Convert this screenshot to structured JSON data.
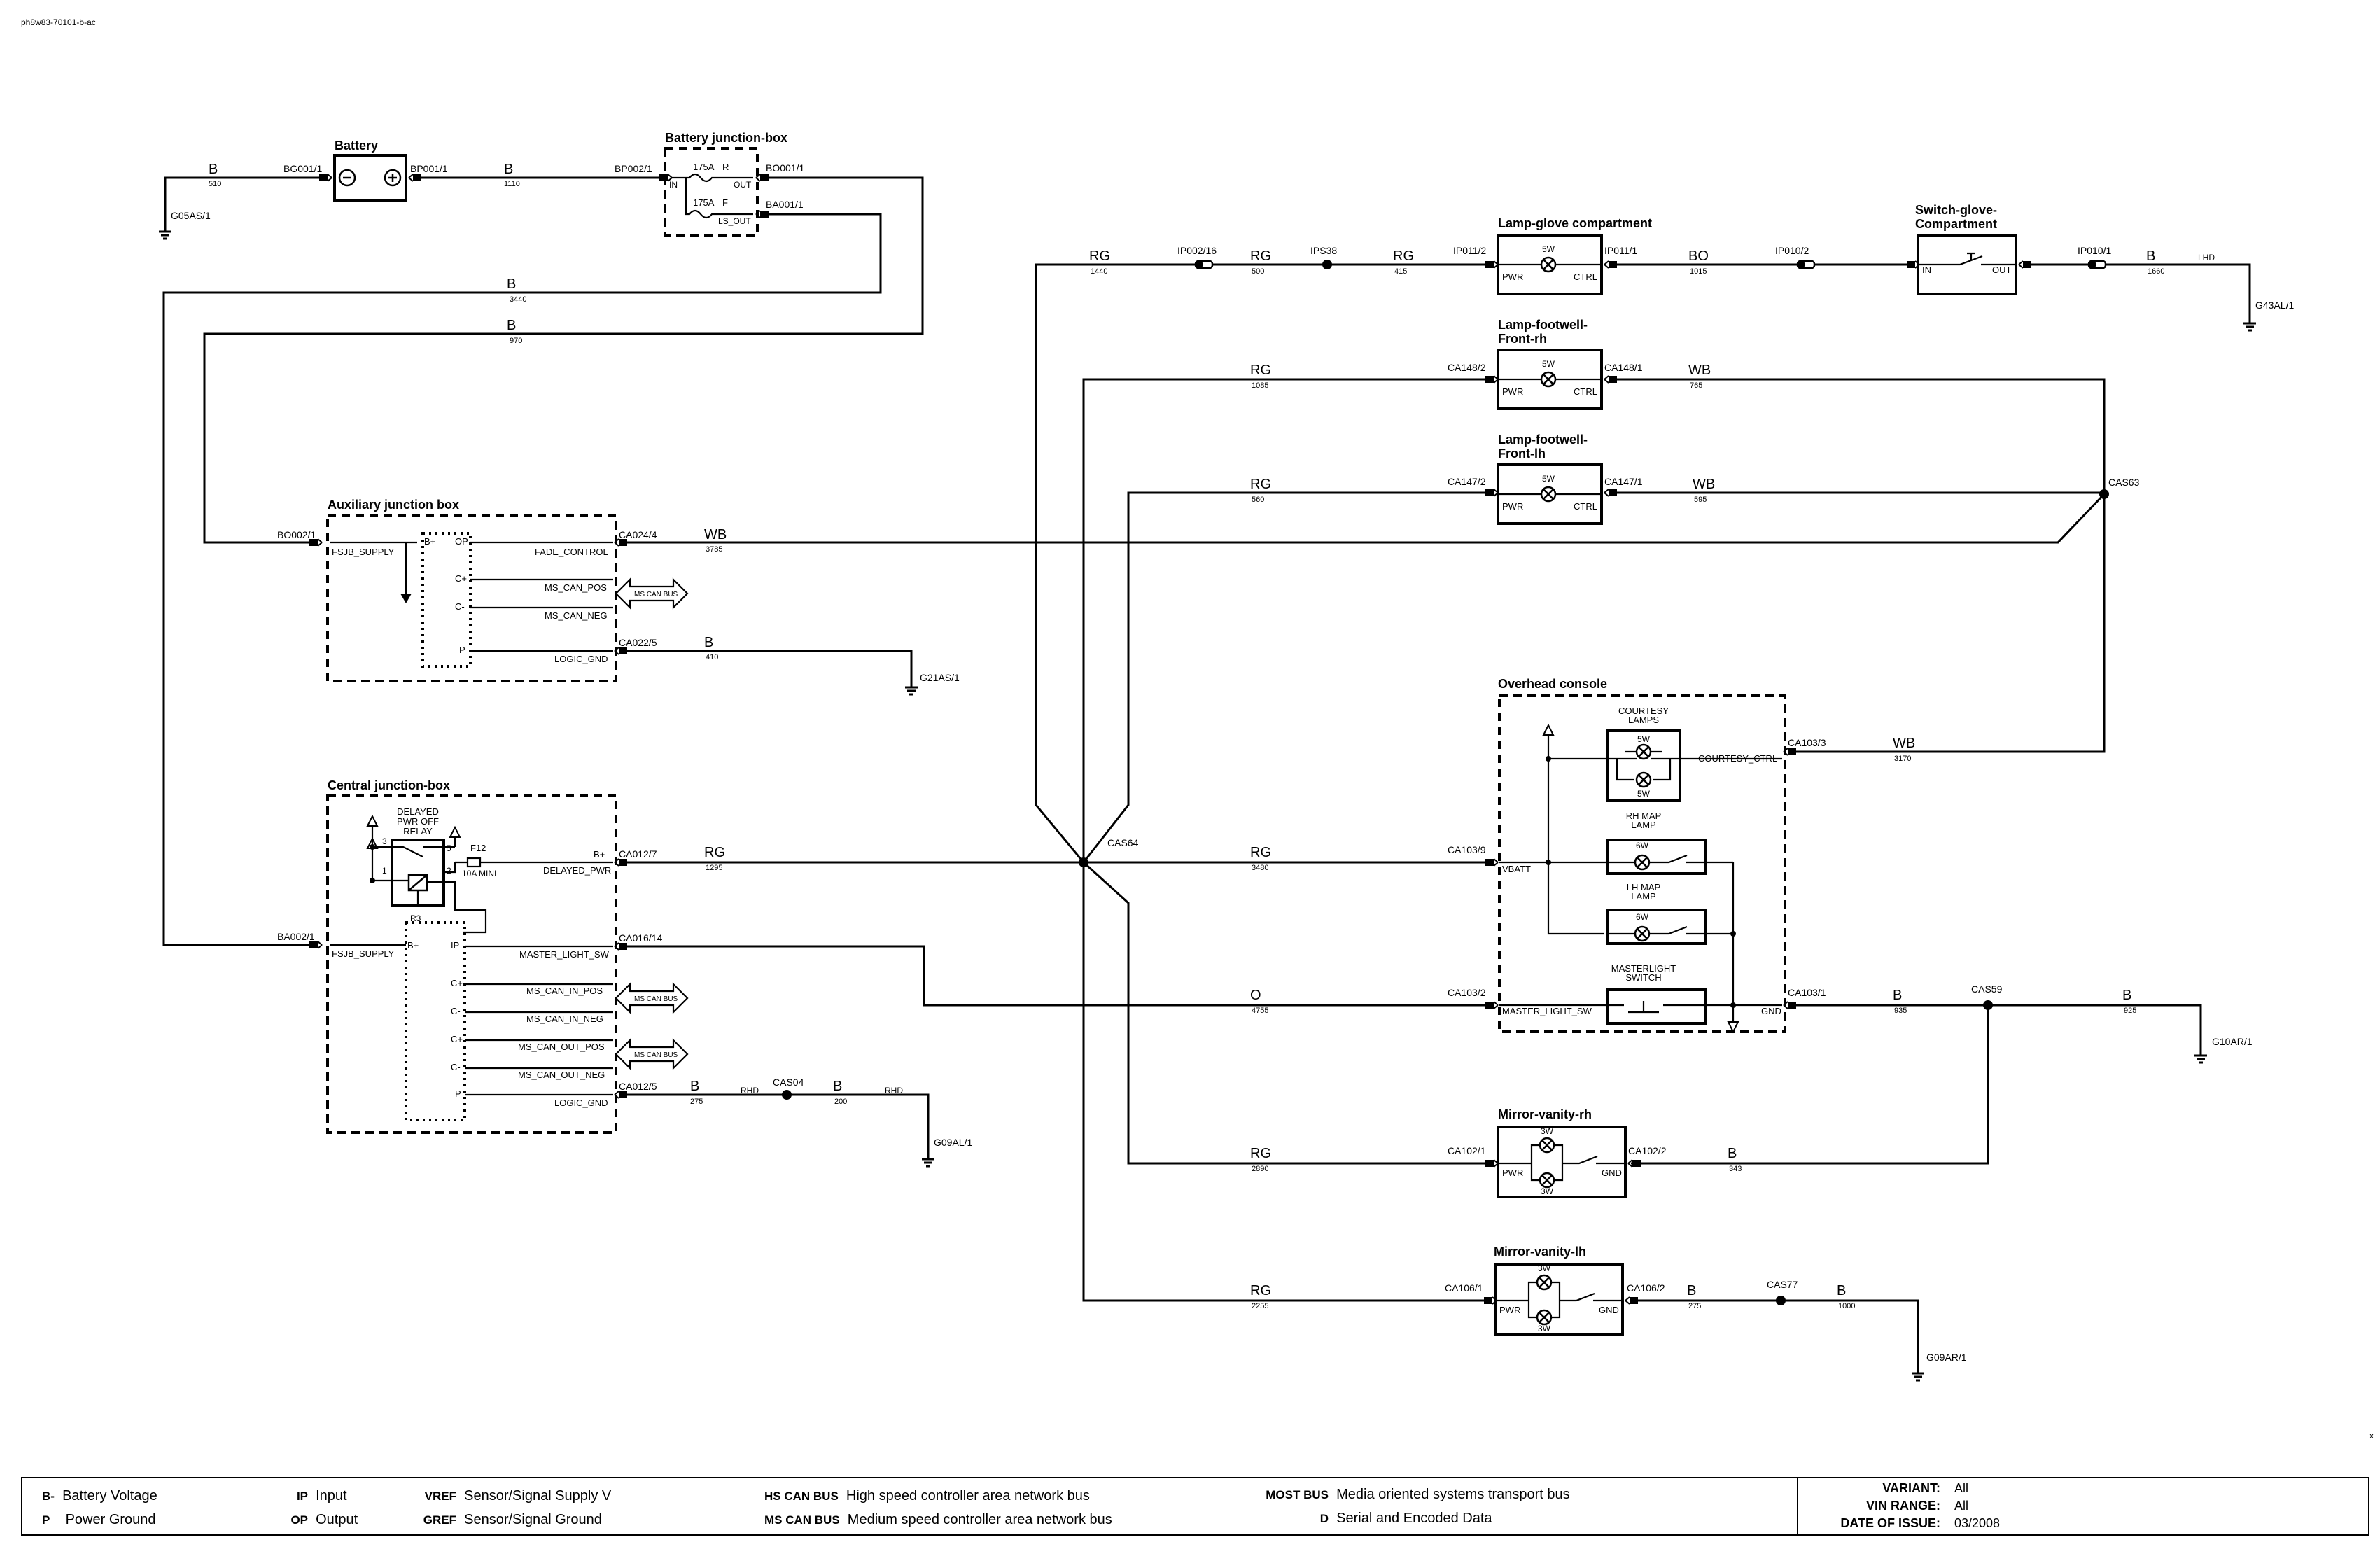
{
  "doc_id": "ph8w83-70101-b-ac",
  "stray_mark": "x",
  "components": {
    "battery": {
      "title": "Battery"
    },
    "bjb": {
      "title": "Battery junction-box",
      "fuse1": "175A",
      "fuse2": "175A",
      "in": "IN",
      "r": "R",
      "out": "OUT",
      "f": "F",
      "ls_out": "LS_OUT"
    },
    "ajb": {
      "title": "Auxiliary junction box",
      "fsjb_supply": "FSJB_SUPPLY",
      "bplus": "B+",
      "op": "OP",
      "fade_control": "FADE_CONTROL",
      "cplus": "C+",
      "ms_can_pos": "MS_CAN_POS",
      "cminus": "C-",
      "ms_can_neg": "MS_CAN_NEG",
      "p": "P",
      "logic_gnd": "LOGIC_GND"
    },
    "cjb": {
      "title": "Central junction-box",
      "relay_lines": [
        "DELAYED",
        "PWR OFF",
        "RELAY"
      ],
      "f12": "F12",
      "fuse_rating": "10A MINI",
      "bplus": "B+",
      "delayed_pwr": "DELAYED_PWR",
      "r3": "R3",
      "fsjb_supply": "FSJB_SUPPLY",
      "bplus2": "B+",
      "ip": "IP",
      "master_light_sw": "MASTER_LIGHT_SW",
      "cplus": "C+",
      "ms_can_in_pos": "MS_CAN_IN_POS",
      "cminus": "C-",
      "ms_can_in_neg": "MS_CAN_IN_NEG",
      "cplus2": "C+",
      "ms_can_out_pos": "MS_CAN_OUT_POS",
      "cminus2": "C-",
      "ms_can_out_neg": "MS_CAN_OUT_NEG",
      "p": "P",
      "logic_gnd": "LOGIC_GND",
      "pin3": "3",
      "pin5": "5",
      "pin1": "1",
      "pin2": "2"
    },
    "ms_can_bus": "MS CAN BUS",
    "lamp_glove": {
      "title": "Lamp-glove compartment",
      "sw": "5W",
      "pwr": "PWR",
      "ctrl": "CTRL"
    },
    "switch_glove": {
      "title_lines": [
        "Switch-glove-",
        "Compartment"
      ],
      "in": "IN",
      "out": "OUT"
    },
    "lamp_footwell_rh": {
      "title_lines": [
        "Lamp-footwell-",
        "Front-rh"
      ],
      "sw": "5W",
      "pwr": "PWR",
      "ctrl": "CTRL"
    },
    "lamp_footwell_lh": {
      "title_lines": [
        "Lamp-footwell-",
        "Front-lh"
      ],
      "sw": "5W",
      "pwr": "PWR",
      "ctrl": "CTRL"
    },
    "overhead": {
      "title": "Overhead console",
      "courtesy_lines": [
        "COURTESY",
        "LAMPS"
      ],
      "w1": "5W",
      "w2": "5W",
      "courtesy_ctrl": "COURTESY_CTRL",
      "rh_map_lines": [
        "RH MAP",
        "LAMP"
      ],
      "rh_w": "6W",
      "vbatt": "VBATT",
      "lh_map_lines": [
        "LH MAP",
        "LAMP"
      ],
      "lh_w": "6W",
      "masterlight_lines": [
        "MASTERLIGHT",
        "SWITCH"
      ],
      "master_light_sw": "MASTER_LIGHT_SW",
      "gnd": "GND"
    },
    "mirror_rh": {
      "title": "Mirror-vanity-rh",
      "w1": "3W",
      "w2": "3W",
      "pwr": "PWR",
      "gnd": "GND"
    },
    "mirror_lh": {
      "title": "Mirror-vanity-lh",
      "w1": "3W",
      "w2": "3W",
      "pwr": "PWR",
      "gnd": "GND"
    }
  },
  "connectors": {
    "bg001_1": "BG001/1",
    "bp001_1": "BP001/1",
    "bp002_1": "BP002/1",
    "bo001_1": "BO001/1",
    "ba001_1": "BA001/1",
    "bo002_1": "BO002/1",
    "ca024_4": "CA024/4",
    "ca022_5": "CA022/5",
    "ba002_1": "BA002/1",
    "ca012_7": "CA012/7",
    "ca016_14": "CA016/14",
    "ca012_5": "CA012/5",
    "ip002_16": "IP002/16",
    "ips38": "IPS38",
    "ip011_2": "IP011/2",
    "ip011_1": "IP011/1",
    "ip010_2": "IP010/2",
    "ip010_1": "IP010/1",
    "ca148_2": "CA148/2",
    "ca148_1": "CA148/1",
    "ca147_2": "CA147/2",
    "ca147_1": "CA147/1",
    "cas63": "CAS63",
    "cas64": "CAS64",
    "cas59": "CAS59",
    "cas04": "CAS04",
    "cas77": "CAS77",
    "ca103_3": "CA103/3",
    "ca103_9": "CA103/9",
    "ca103_2": "CA103/2",
    "ca103_1": "CA103/1",
    "ca102_1": "CA102/1",
    "ca102_2": "CA102/2",
    "ca106_1": "CA106/1",
    "ca106_2": "CA106/2"
  },
  "grounds": {
    "g05as_1": "G05AS/1",
    "g21as_1": "G21AS/1",
    "g09al_1": "G09AL/1",
    "g43al_1": "G43AL/1",
    "g10ar_1": "G10AR/1",
    "g09ar_1": "G09AR/1"
  },
  "wires": {
    "w510": {
      "color": "B",
      "num": "510"
    },
    "w1110": {
      "color": "B",
      "num": "1110"
    },
    "w3440": {
      "color": "B",
      "num": "3440"
    },
    "w970": {
      "color": "B",
      "num": "970"
    },
    "w3785": {
      "color": "WB",
      "num": "3785"
    },
    "w410": {
      "color": "B",
      "num": "410"
    },
    "w1295": {
      "color": "RG",
      "num": "1295"
    },
    "w275a": {
      "color": "B",
      "num": "275",
      "region": "RHD"
    },
    "w200": {
      "color": "B",
      "num": "200",
      "region": "RHD"
    },
    "w1440": {
      "color": "RG",
      "num": "1440"
    },
    "w500": {
      "color": "RG",
      "num": "500"
    },
    "w415": {
      "color": "RG",
      "num": "415"
    },
    "w1015": {
      "color": "BO",
      "num": "1015"
    },
    "w1660": {
      "color": "B",
      "num": "1660",
      "region": "LHD"
    },
    "w1085": {
      "color": "RG",
      "num": "1085"
    },
    "w765": {
      "color": "WB",
      "num": "765"
    },
    "w560": {
      "color": "RG",
      "num": "560"
    },
    "w595": {
      "color": "WB",
      "num": "595"
    },
    "w3170": {
      "color": "WB",
      "num": "3170"
    },
    "w3480": {
      "color": "RG",
      "num": "3480"
    },
    "w4755": {
      "color": "O",
      "num": "4755"
    },
    "w935": {
      "color": "B",
      "num": "935"
    },
    "w925": {
      "color": "B",
      "num": "925"
    },
    "w2890": {
      "color": "RG",
      "num": "2890"
    },
    "w343": {
      "color": "B",
      "num": "343"
    },
    "w2255": {
      "color": "RG",
      "num": "2255"
    },
    "w275b": {
      "color": "B",
      "num": "275"
    },
    "w1000": {
      "color": "B",
      "num": "1000"
    }
  },
  "legend": {
    "items": [
      {
        "code": "B-",
        "desc": "Battery Voltage"
      },
      {
        "code": "P",
        "desc": "Power Ground"
      },
      {
        "code": "IP",
        "desc": "Input"
      },
      {
        "code": "OP",
        "desc": "Output"
      },
      {
        "code": "VREF",
        "desc": "Sensor/Signal Supply V"
      },
      {
        "code": "GREF",
        "desc": "Sensor/Signal Ground"
      },
      {
        "code": "HS CAN BUS",
        "desc": "High speed controller area network bus"
      },
      {
        "code": "MS CAN BUS",
        "desc": "Medium speed controller area network bus"
      },
      {
        "code": "MOST BUS",
        "desc": "Media oriented systems transport bus"
      },
      {
        "code": "D",
        "desc": "Serial and Encoded Data"
      }
    ],
    "variant_label": "VARIANT:",
    "variant": "All",
    "vin_label": "VIN RANGE:",
    "vin": "All",
    "date_label": "DATE OF ISSUE:",
    "date": "03/2008"
  }
}
